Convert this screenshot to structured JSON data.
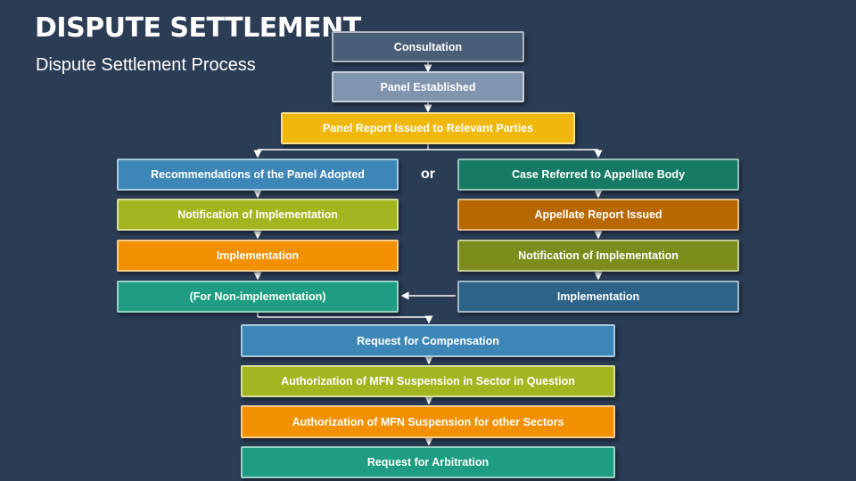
{
  "header": {
    "title": "DISPUTE SETTLEMENT",
    "subtitle": "Dispute Settlement Process"
  },
  "flow": {
    "top": [
      {
        "label": "Consultation",
        "color": "#4a5f77"
      },
      {
        "label": "Panel Established",
        "color": "#8094ae"
      },
      {
        "label": "Panel Report Issued to Relevant Parties",
        "color": "#f0b80c"
      }
    ],
    "or_label": "or",
    "left_branch": [
      {
        "label": "Recommendations of the Panel Adopted",
        "color": "#3d86b8"
      },
      {
        "label": "Notification of Implementation",
        "color": "#a3b51f"
      },
      {
        "label": "Implementation",
        "color": "#f29000"
      },
      {
        "label": "(For Non-implementation)",
        "color": "#1f9d82"
      }
    ],
    "right_branch": [
      {
        "label": "Case Referred to Appellate Body",
        "color": "#167a64"
      },
      {
        "label": "Appellate Report Issued",
        "color": "#b86800"
      },
      {
        "label": "Notification of Implementation",
        "color": "#7d8c1c"
      },
      {
        "label": "Implementation",
        "color": "#2d6389"
      }
    ],
    "bottom": [
      {
        "label": "Request for Compensation",
        "color": "#3d86b8"
      },
      {
        "label": "Authorization of MFN Suspension in Sector in Question",
        "color": "#a3b51f"
      },
      {
        "label": "Authorization of MFN Suspension for other Sectors",
        "color": "#f29000"
      },
      {
        "label": "Request for Arbitration",
        "color": "#1f9d82"
      }
    ]
  }
}
